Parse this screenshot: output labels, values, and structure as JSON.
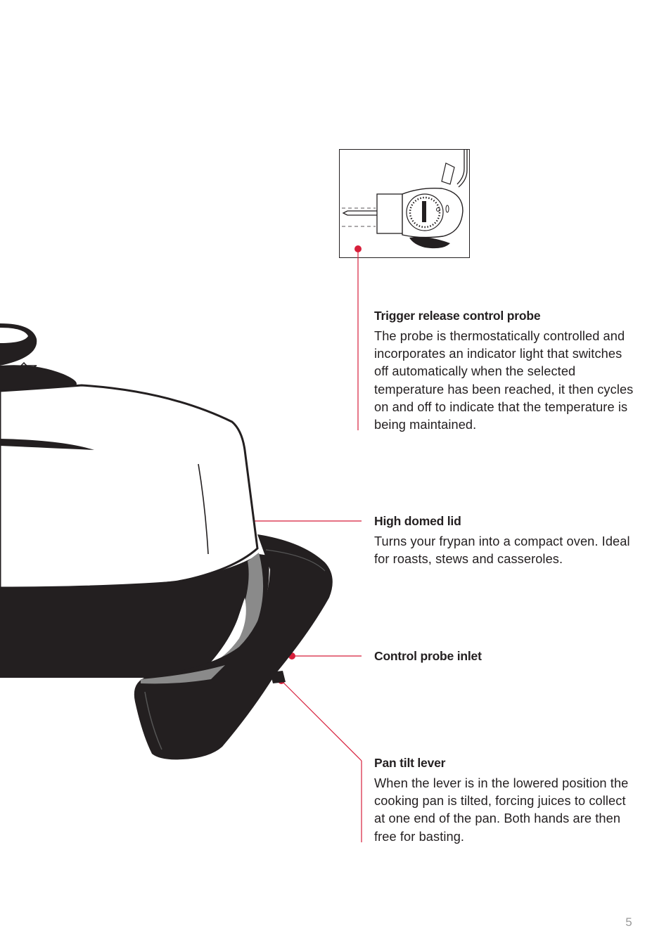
{
  "callouts": {
    "probe": {
      "title": "Trigger release control probe",
      "body": "The probe is thermostatically controlled and incorporates an indicator light that switches off automatically when the selected temperature has been reached, it then cycles on and off to indicate that the temperature is being maintained."
    },
    "lid": {
      "title": "High domed lid",
      "body": "Turns your frypan into a compact oven. Ideal for roasts, stews and casseroles."
    },
    "inlet": {
      "title": "Control probe inlet"
    },
    "lever": {
      "title": "Pan tilt lever",
      "body": "When the lever is in the lowered position the cooking pan is tilted, forcing juices to collect at one end of the pan. Both hands are then free for basting."
    }
  },
  "page_number": "5",
  "colors": {
    "accent": "#d71f3b",
    "ink": "#231f20",
    "grey": "#8a8a8a"
  }
}
